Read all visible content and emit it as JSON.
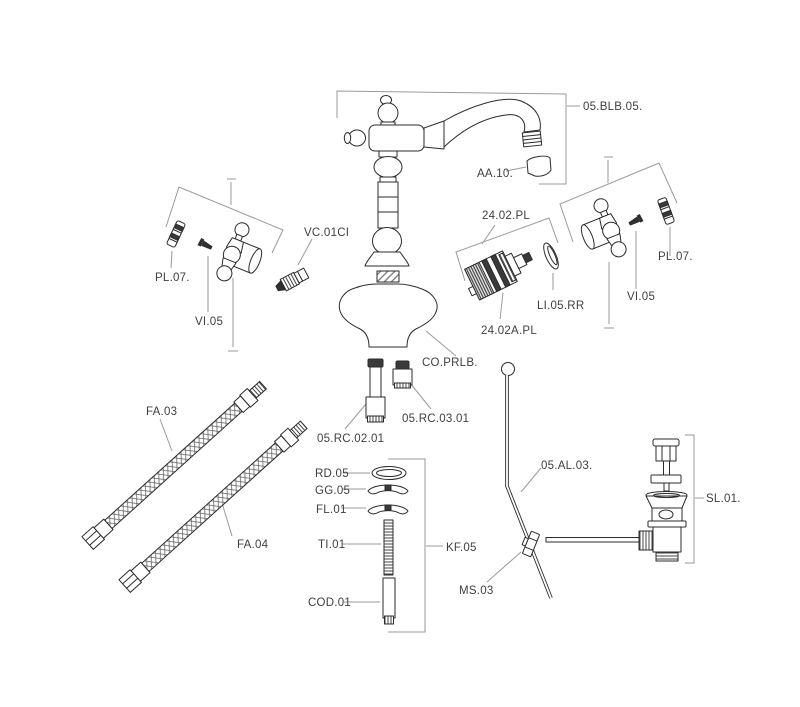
{
  "diagram": {
    "type": "exploded-parts-diagram",
    "subject": "classic single-hole basin faucet with pop-up waste",
    "colors": {
      "background": "#ffffff",
      "drawing_line": "#2b2b2b",
      "leader_line": "#9a9a9a",
      "label_text": "#3f3f3f",
      "dark_fill": "#2f2f2f"
    },
    "labels": {
      "spout_group": "05.BLB.05.",
      "aerator": "AA.10.",
      "valve": "VC.01CI",
      "plug_left": "PL.07.",
      "screw_left": "VI.05",
      "cartridge_group": "24.02.PL",
      "cartridge": "24.02A.PL",
      "ring": "LI.05.RR",
      "plug_right": "PL.07.",
      "screw_right": "VI.05",
      "body": "CO.PRLB.",
      "connector_long": "05.RC.02.01",
      "connector_short": "05.RC.03.01",
      "hose_1": "FA.03",
      "hose_2": "FA.04",
      "oring": "RD.05",
      "gasket_upper": "GG.05",
      "gasket_lower": "FL.01",
      "threaded_rod": "TI.01",
      "rod": "COD.01",
      "fixing_kit_group": "KF.05",
      "lift_rod": "05.AL.03.",
      "clip": "MS.03",
      "drain_group": "SL.01."
    }
  }
}
